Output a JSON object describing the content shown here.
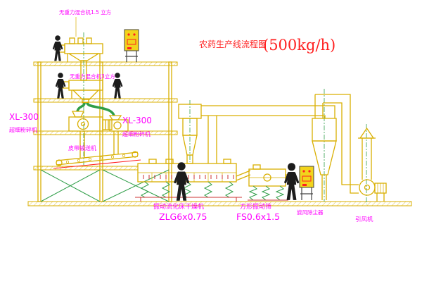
{
  "title": {
    "main": "农药生产线流程图",
    "capacity": "(500kg/h)"
  },
  "labels": {
    "mixer_top": "无重力混合机1.5 立方",
    "mixer_mid": "无重力混合机3立方",
    "mill_left_model": "XL-300",
    "mill_left_name": "超细粉碎机",
    "mill_right_model": "XL-300",
    "mill_right_name": "超细粉碎机",
    "belt_conveyor": "皮带输送机",
    "dryer_name": "振动流化床干燥机",
    "dryer_model": "ZLG6x0.75",
    "sieve_name": "方形振动筛",
    "sieve_model": "FS0.6x1.5",
    "cyclone_name": "旋风除尘器",
    "fan_name": "引风机"
  },
  "colors": {
    "line": "#d9af00",
    "green": "#2f9e48",
    "magenta": "#ff00ff",
    "red": "#ff2020",
    "figure": "#1c1c1c",
    "cabinet": "#f2d41c",
    "darkred": "#cc3333"
  }
}
